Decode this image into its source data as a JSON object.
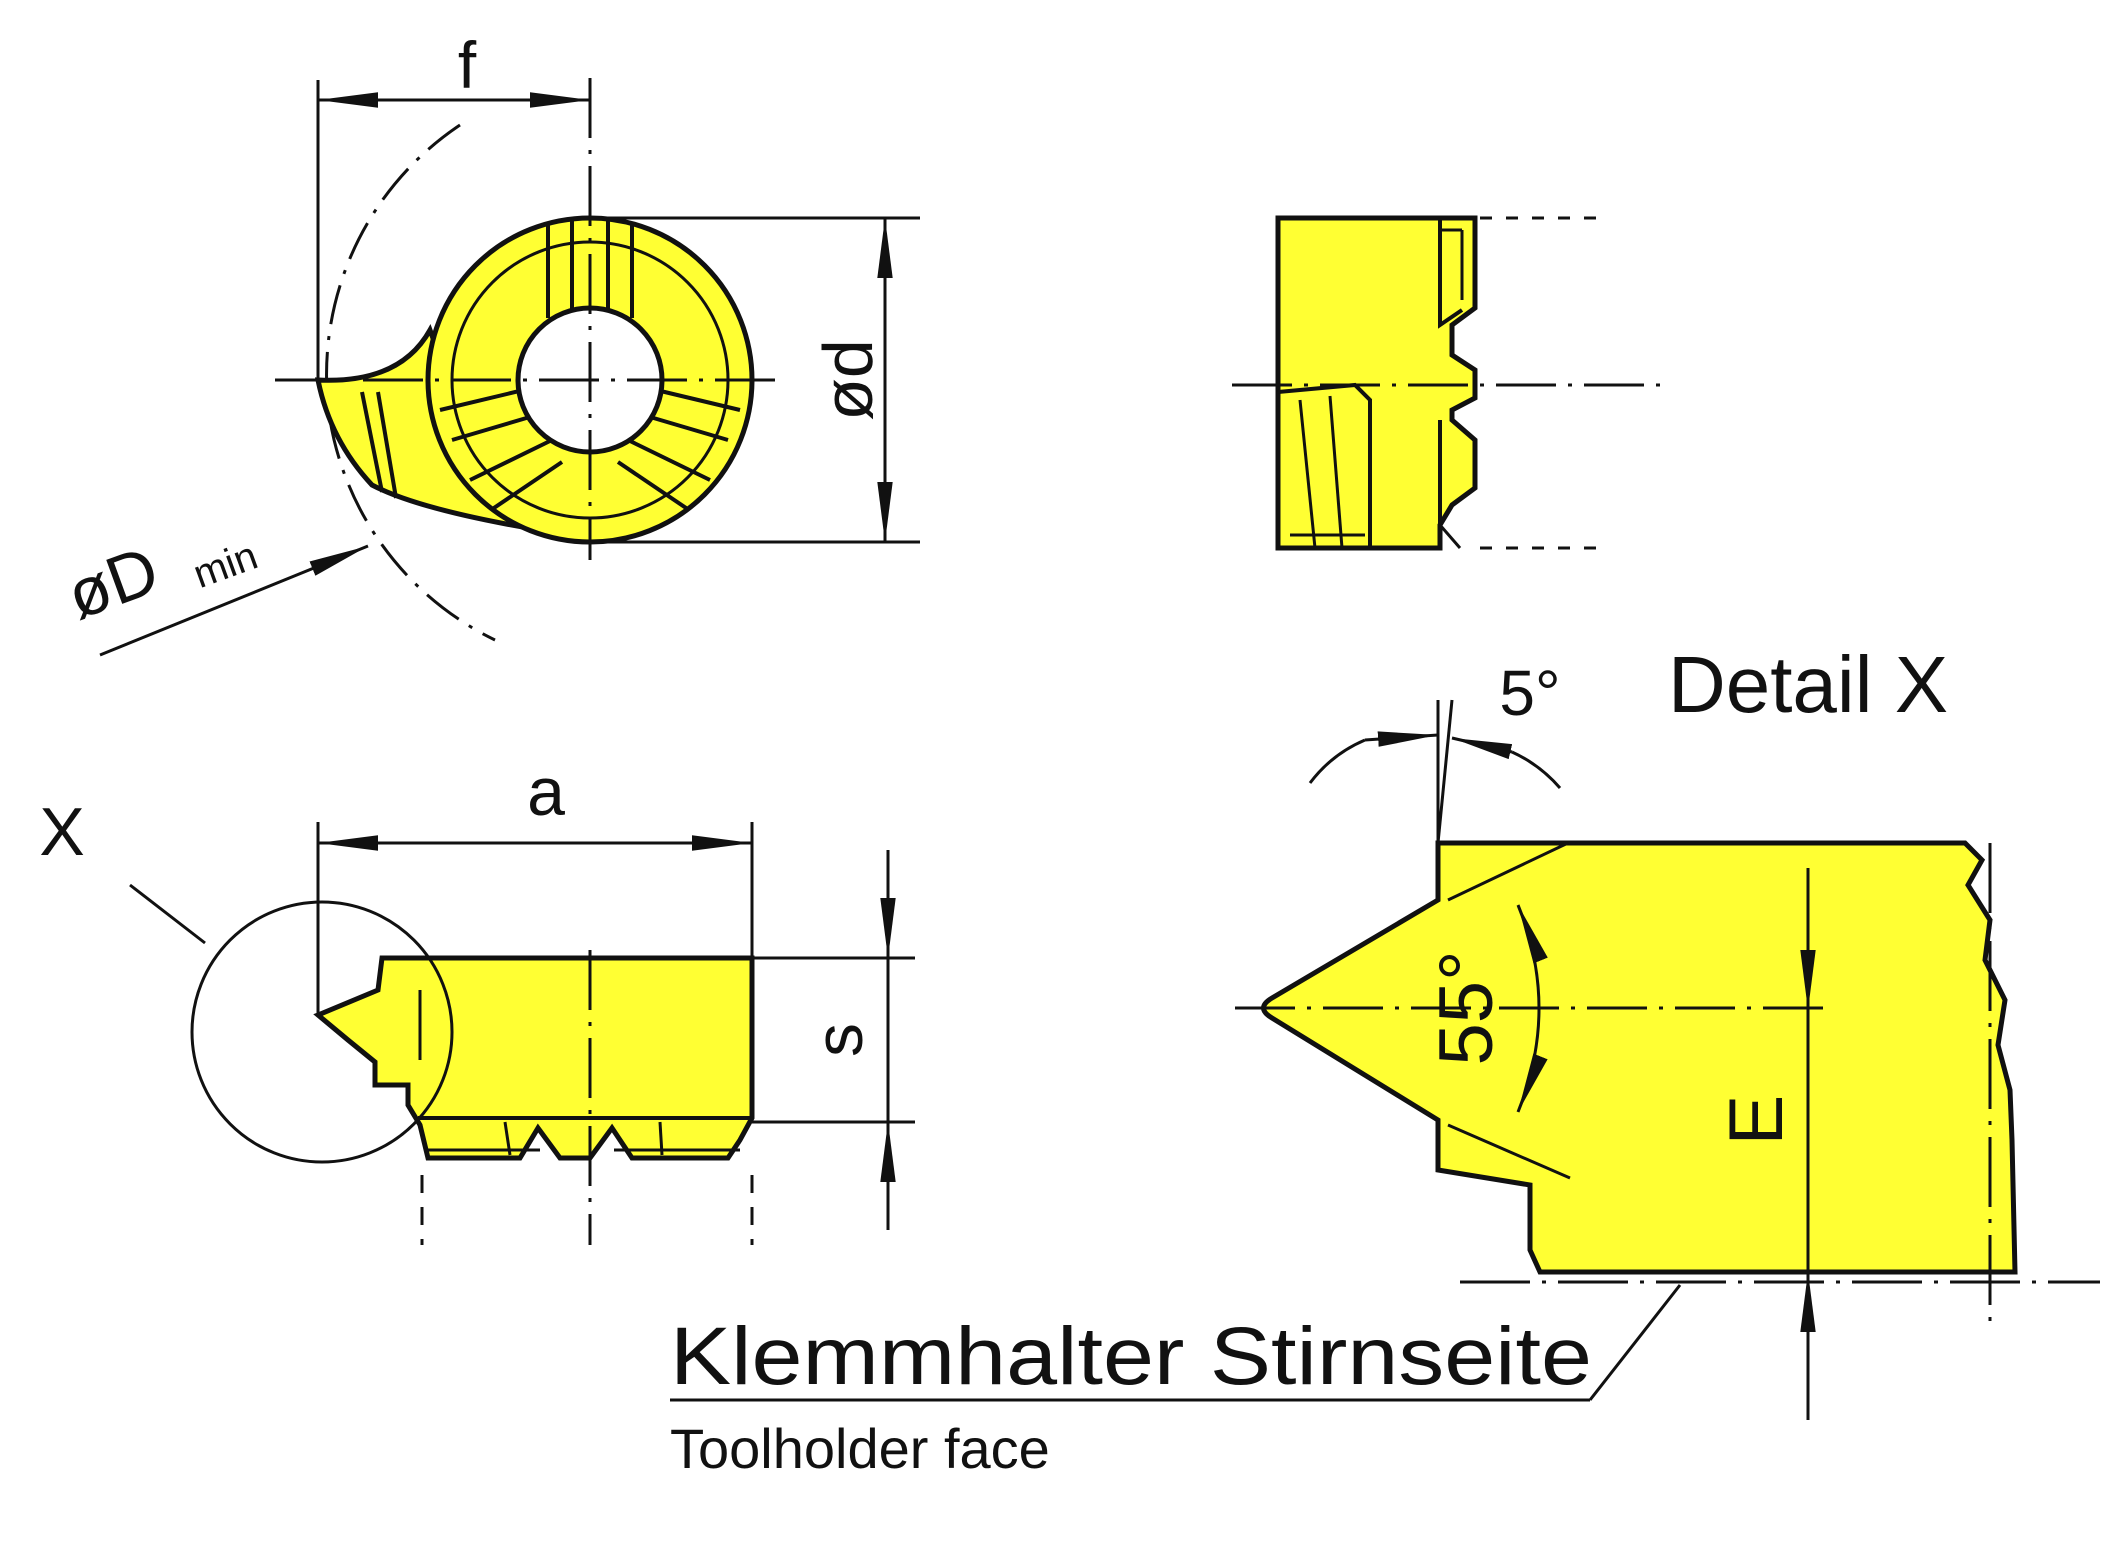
{
  "labels": {
    "f": "f",
    "d": "ød",
    "D_sym": "øD",
    "D_sub": "min",
    "X": "X",
    "a": "a",
    "s": "s",
    "angle5": "5°",
    "detail": "Detail X",
    "angle55": "55°",
    "E": "E",
    "holder_de": "Klemmhalter Stirnseite",
    "holder_en": "Toolholder face"
  },
  "colors": {
    "fill": "#ffff33",
    "line": "#111111",
    "background": "#ffffff"
  }
}
